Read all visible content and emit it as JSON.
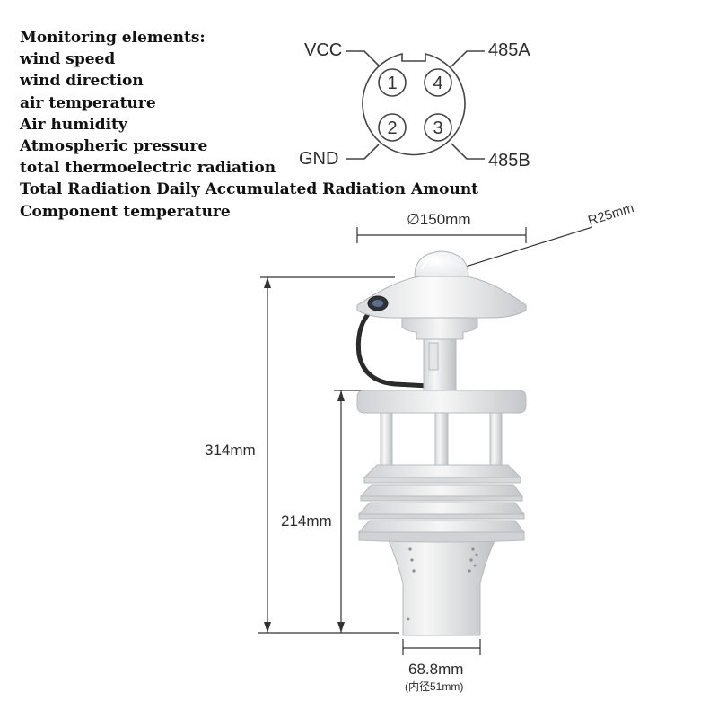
{
  "monitoring": {
    "heading": "Monitoring elements:",
    "items": [
      "wind speed",
      "wind direction",
      "air temperature",
      "Air humidity",
      "Atmospheric pressure",
      "total thermoelectric radiation",
      "Total Radiation Daily Accumulated Radiation Amount",
      "Component temperature"
    ]
  },
  "connector": {
    "labels": {
      "vcc": "VCC",
      "gnd": "GND",
      "a485": "485A",
      "b485": "485B"
    },
    "pins": [
      "1",
      "2",
      "3",
      "4"
    ]
  },
  "dimensions": {
    "diameter": "∅150mm",
    "radius": "R25mm",
    "total_height": "314mm",
    "body_height": "214mm",
    "pipe_width": "68.8mm",
    "inner_diameter": "(内径51mm)"
  }
}
